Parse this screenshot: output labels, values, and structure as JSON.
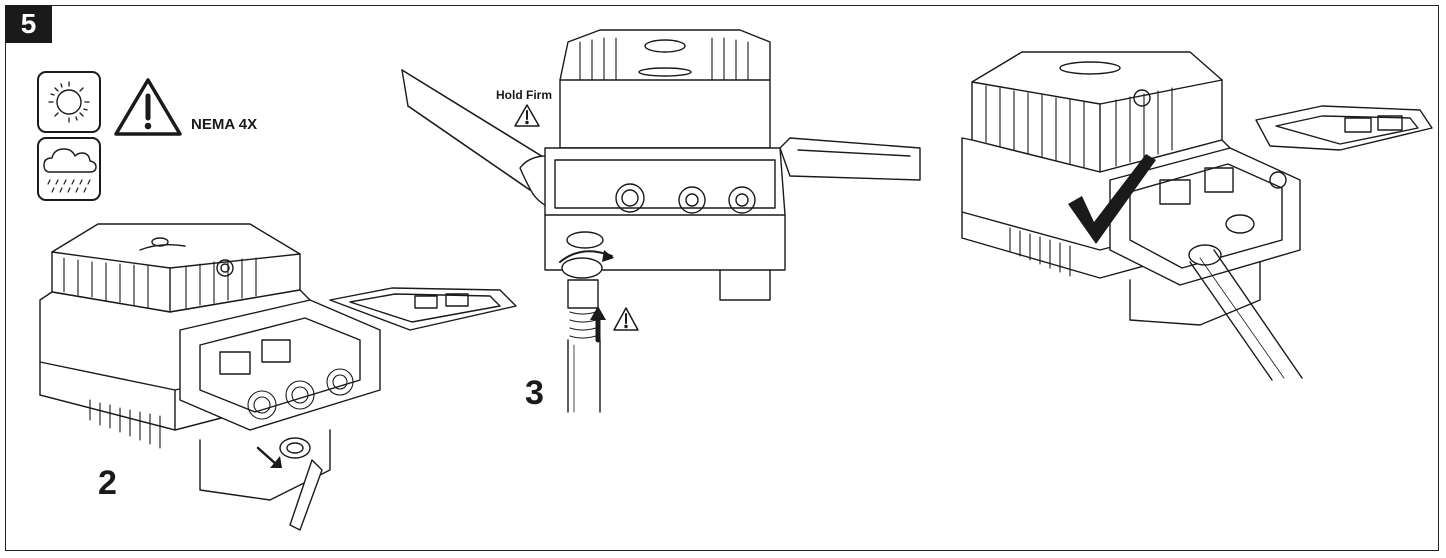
{
  "figure": {
    "step_number": "5",
    "rating_label": "NEMA 4X",
    "substeps": [
      {
        "label": "2"
      },
      {
        "label": "3"
      }
    ],
    "hold_label": "Hold Firm",
    "icons": [
      "sun-icon",
      "rain-cloud-icon",
      "warning-icon",
      "checkmark-icon",
      "wrench-icon",
      "hex-key-icon"
    ],
    "colors": {
      "line": "#1a1a1a",
      "badge": "#1a1a1a",
      "fill": "#ffffff"
    }
  }
}
